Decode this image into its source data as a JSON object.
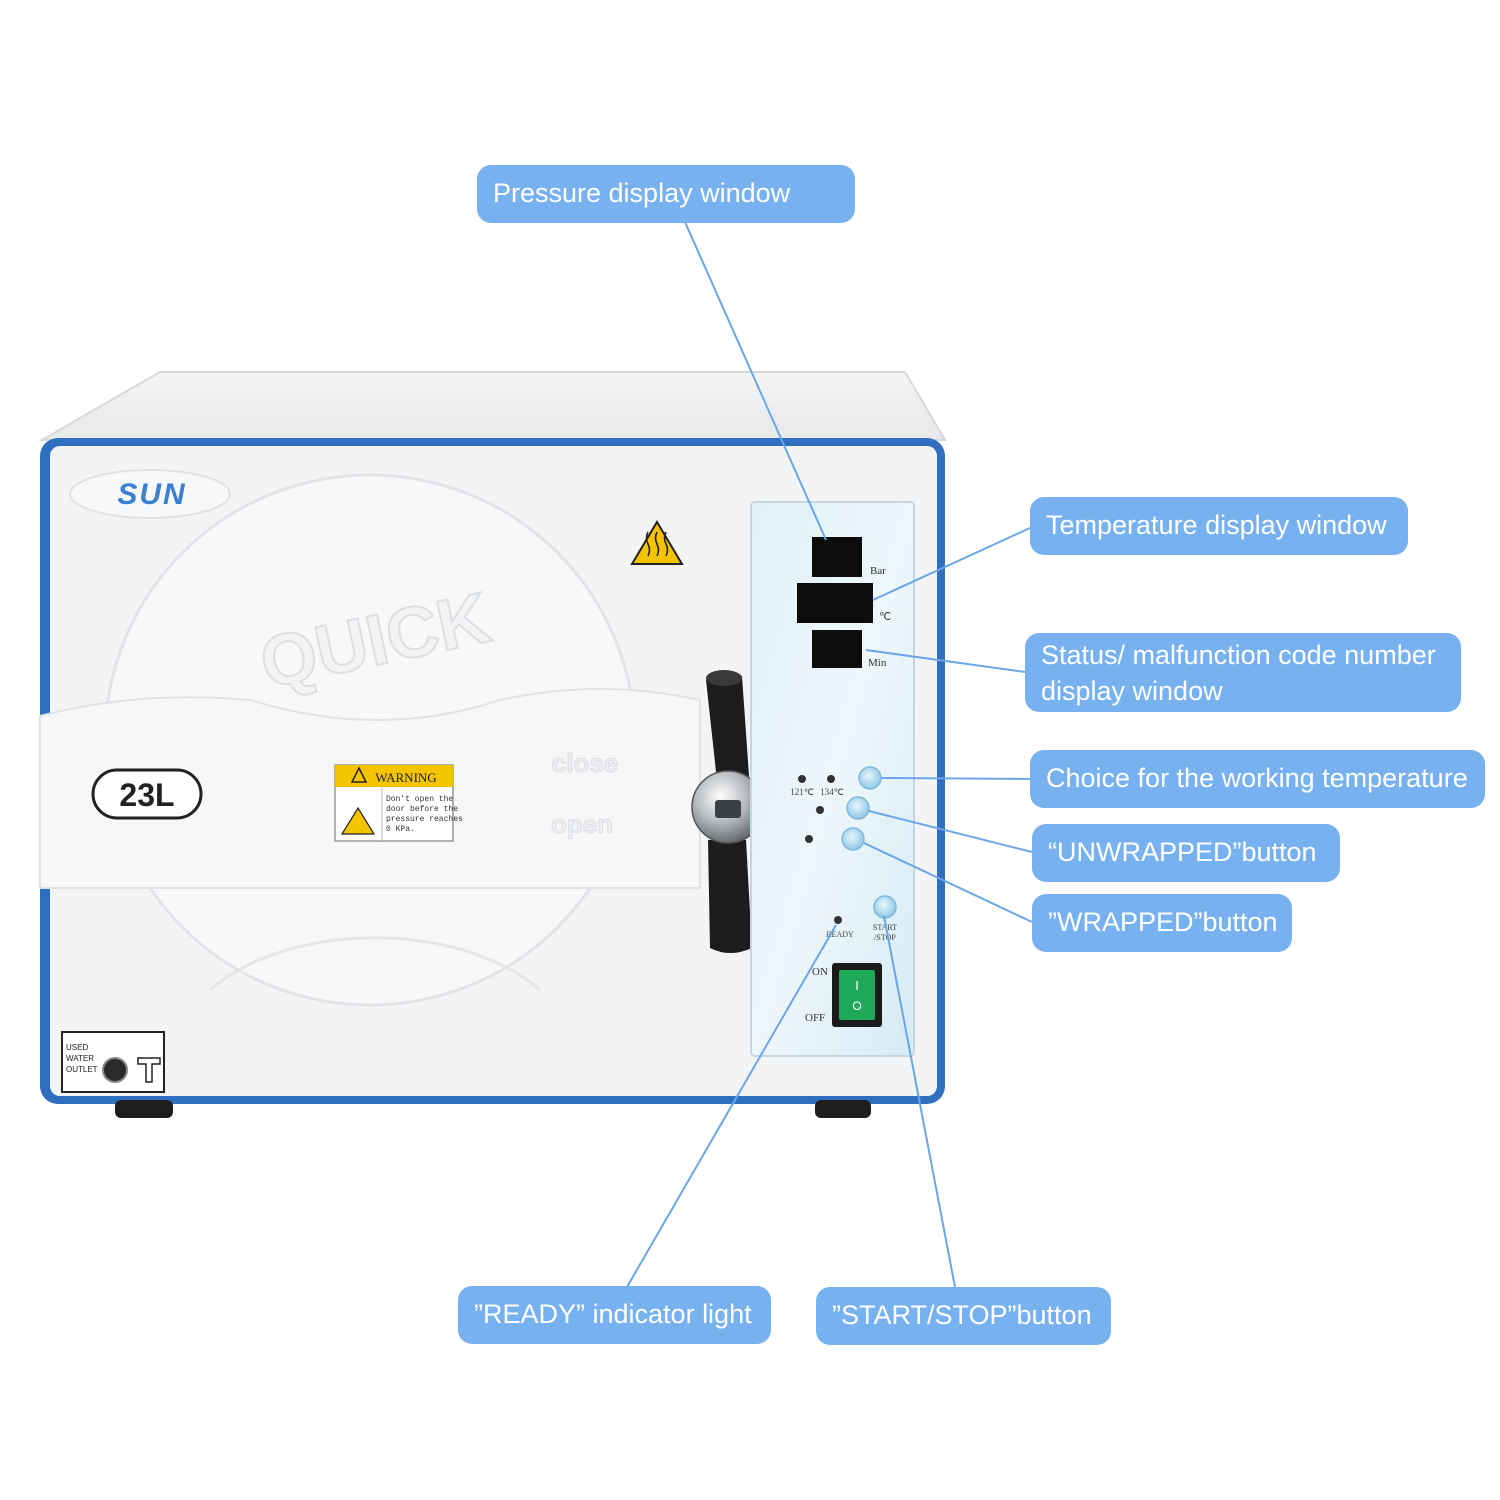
{
  "callouts": {
    "pressure": "Pressure display window",
    "temperature": "Temperature display window",
    "status": "Status/ malfunction code number display window",
    "choice": "Choice for the working temperature",
    "unwrapped": "“UNWRAPPED”button",
    "wrapped": "”WRAPPED”button",
    "ready": "”READY” indicator light",
    "startstop": "”START/STOP”button"
  },
  "device": {
    "brand": "SUN",
    "embossed": "QUICK",
    "capacity": "23L",
    "door_close": "close",
    "door_open": "open",
    "warning_title": "WARNING",
    "warning_lines": [
      "Don't open the",
      "door before the",
      "pressure reaches",
      "0 KPa."
    ],
    "outlet_lines": [
      "USED",
      "WATER",
      "OUTLET"
    ],
    "panel": {
      "unit_bar": "Bar",
      "unit_temp": "℃",
      "unit_min": "Min",
      "temp_121": "121℃",
      "temp_134": "134℃",
      "ready": "READY",
      "start_line1": "START",
      "start_line2": "/STOP",
      "on": "ON",
      "off": "OFF",
      "switch_on_symbol": "I",
      "switch_off_symbol": "O"
    }
  },
  "colors": {
    "callout": "#77b1f0",
    "leader": "#6aa6e8",
    "trim": "#2f6fc0",
    "switch": "#1fa85a"
  }
}
